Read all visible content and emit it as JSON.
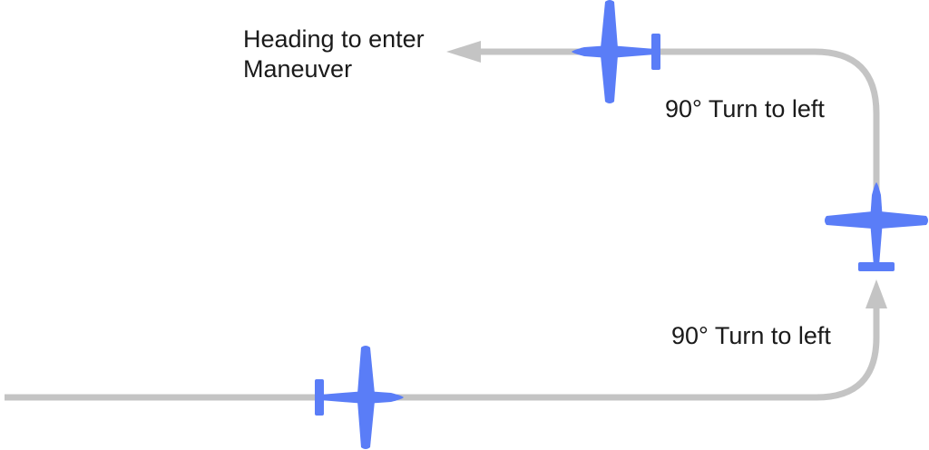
{
  "labels": {
    "heading_line1": "Heading to enter",
    "heading_line2": "Maneuver",
    "turn_top": "90° Turn to left",
    "turn_bottom": "90° Turn to left"
  },
  "colors": {
    "path": "#c4c4c4",
    "airplane": "#5a7df7",
    "text": "#1a1a1a"
  },
  "airplanes": [
    {
      "name": "airplane-bottom",
      "heading": "east"
    },
    {
      "name": "airplane-right",
      "heading": "north"
    },
    {
      "name": "airplane-top",
      "heading": "west"
    }
  ]
}
